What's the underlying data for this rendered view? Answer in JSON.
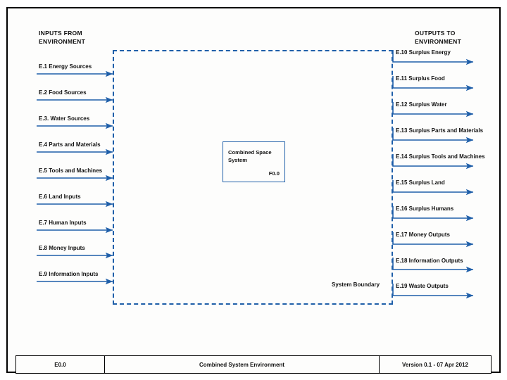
{
  "diagram": {
    "inputs_heading": "INPUTS FROM\nENVIRONMENT",
    "outputs_heading": "OUTPUTS TO\nENVIRONMENT",
    "boundary_label": "System Boundary",
    "accent_color": "#1f5fa9",
    "border_color": "#000000",
    "system_box": {
      "title": "Combined Space System",
      "id": "F0.0"
    },
    "inputs": [
      {
        "id": "E.1",
        "label": "E.1 Energy Sources"
      },
      {
        "id": "E.2",
        "label": "E.2 Food Sources"
      },
      {
        "id": "E.3",
        "label": "E.3. Water Sources"
      },
      {
        "id": "E.4",
        "label": "E.4 Parts and Materials"
      },
      {
        "id": "E.5",
        "label": "E.5 Tools and Machines"
      },
      {
        "id": "E.6",
        "label": "E.6 Land Inputs"
      },
      {
        "id": "E.7",
        "label": "E.7 Human Inputs"
      },
      {
        "id": "E.8",
        "label": "E.8 Money Inputs"
      },
      {
        "id": "E.9",
        "label": "E.9 Information Inputs"
      }
    ],
    "outputs": [
      {
        "id": "E.10",
        "label": "E.10 Surplus Energy"
      },
      {
        "id": "E.11",
        "label": "E.11 Surplus Food"
      },
      {
        "id": "E.12",
        "label": "E.12 Surplus Water"
      },
      {
        "id": "E.13",
        "label": "E.13 Surplus Parts and Materials"
      },
      {
        "id": "E.14",
        "label": "E.14 Surplus Tools and Machines"
      },
      {
        "id": "E.15",
        "label": "E.15 Surplus Land"
      },
      {
        "id": "E.16",
        "label": "E.16 Surplus Humans"
      },
      {
        "id": "E.17",
        "label": "E.17 Money Outputs"
      },
      {
        "id": "E.18",
        "label": "E.18 Information Outputs"
      },
      {
        "id": "E.19",
        "label": "E.19 Waste Outputs"
      }
    ]
  },
  "title_block": {
    "drawing_id": "E0.0",
    "drawing_title": "Combined System Environment",
    "version": "Version 0.1 - 07 Apr 2012"
  }
}
